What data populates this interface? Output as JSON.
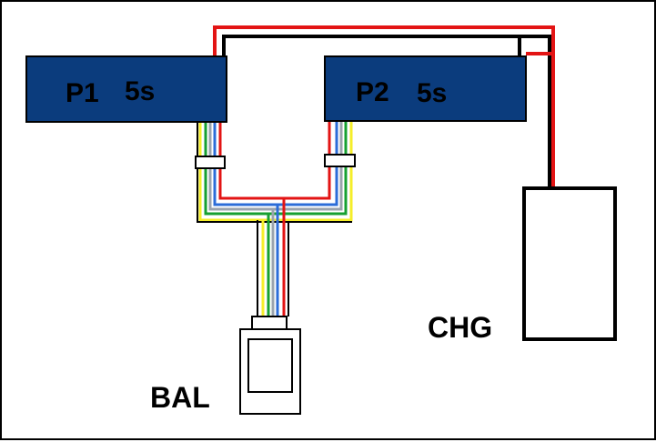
{
  "packs": [
    {
      "id": "P1",
      "cells": "5s"
    },
    {
      "id": "P2",
      "cells": "5s"
    }
  ],
  "balancer": {
    "label": "BAL"
  },
  "charger": {
    "label": "CHG"
  },
  "colors": {
    "pack_fill": "#0b3c7d",
    "positive_wire": "#e31414",
    "negative_wire": "#000000",
    "balance_wires": [
      "#e31414",
      "#2b6cd8",
      "#9aa3ad",
      "#16a030",
      "#f5ee2a"
    ]
  }
}
